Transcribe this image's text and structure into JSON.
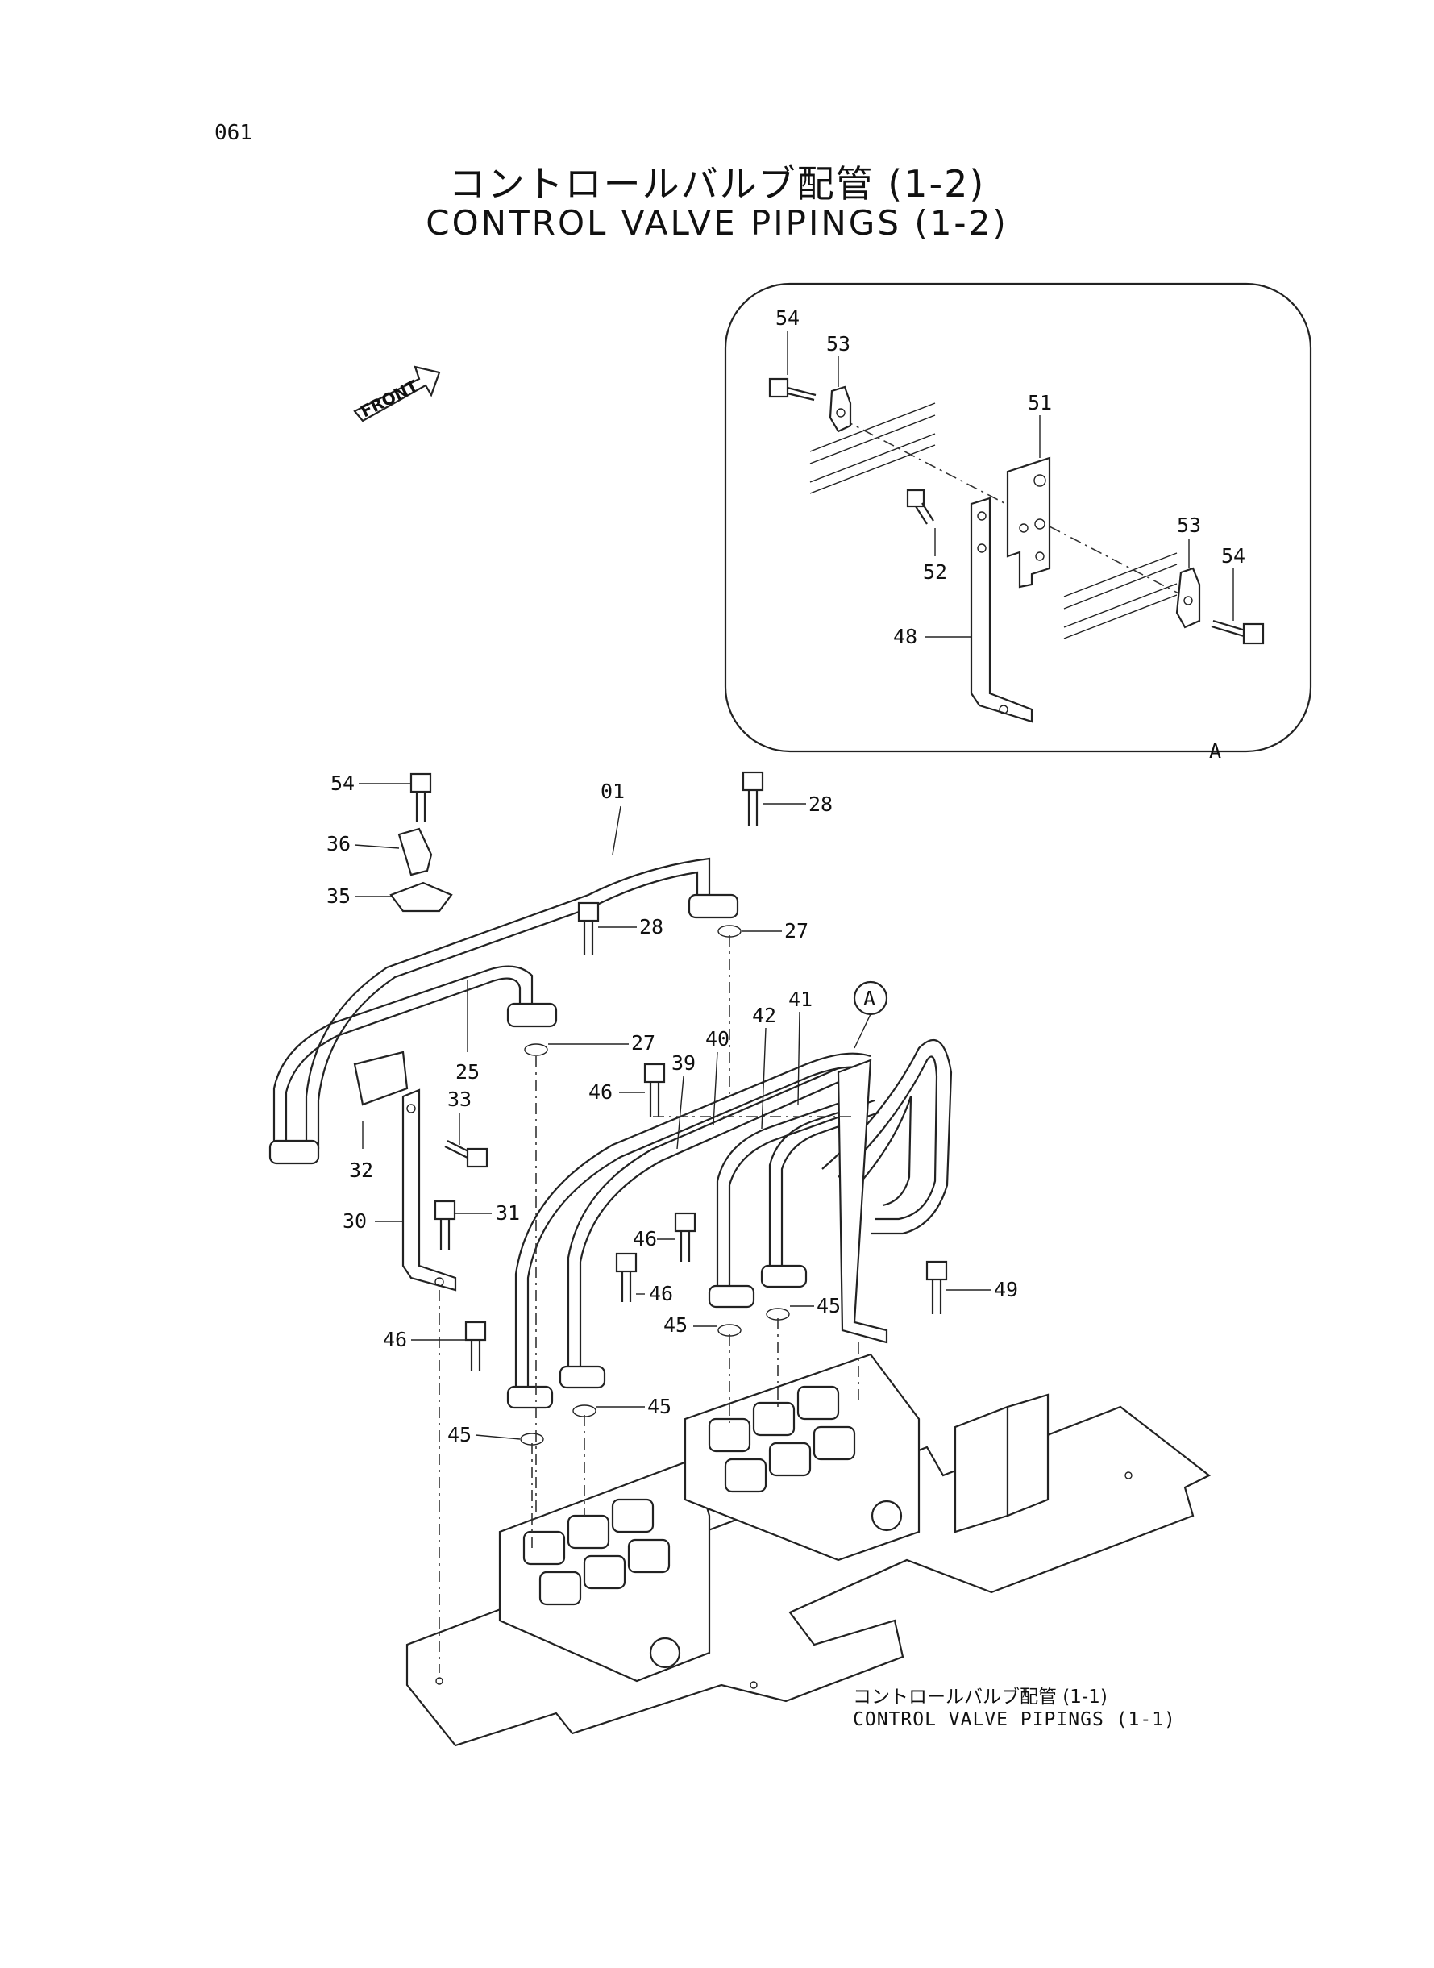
{
  "page_number": "061",
  "title_jp": "コントロールバルブ配管 (1-2)",
  "title_en": "CONTROL VALVE PIPINGS (1-2)",
  "front_arrow_label": "FRONT",
  "detail_view_marker": "A",
  "detail_callout": "A",
  "reference_jp": "コントロールバルブ配管 (1-1)",
  "reference_en": "CONTROL VALVE PIPINGS (1-1)",
  "detail_labels": [
    "54",
    "53",
    "51",
    "52",
    "53",
    "54",
    "48"
  ],
  "main_labels": [
    "54",
    "01",
    "28",
    "36",
    "35",
    "28",
    "27",
    "27",
    "25",
    "33",
    "32",
    "31",
    "30",
    "46",
    "39",
    "40",
    "42",
    "41",
    "46",
    "46",
    "45",
    "45",
    "49",
    "46",
    "45",
    "45"
  ]
}
